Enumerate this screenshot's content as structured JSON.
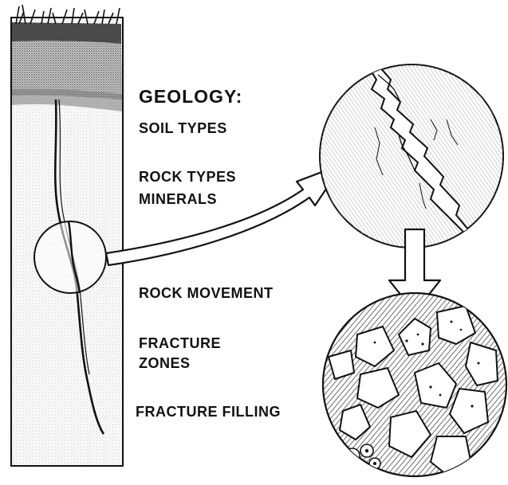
{
  "labels": {
    "title": "GEOLOGY:",
    "soil_types": "SOIL TYPES",
    "rock_types": "ROCK TYPES",
    "minerals": "MINERALS",
    "rock_movement": "ROCK MOVEMENT",
    "fracture_zones_1": "FRACTURE",
    "fracture_zones_2": "ZONES",
    "fracture_filling": "FRACTURE FILLING"
  },
  "colors": {
    "ink": "#111111",
    "paper": "#ffffff"
  }
}
